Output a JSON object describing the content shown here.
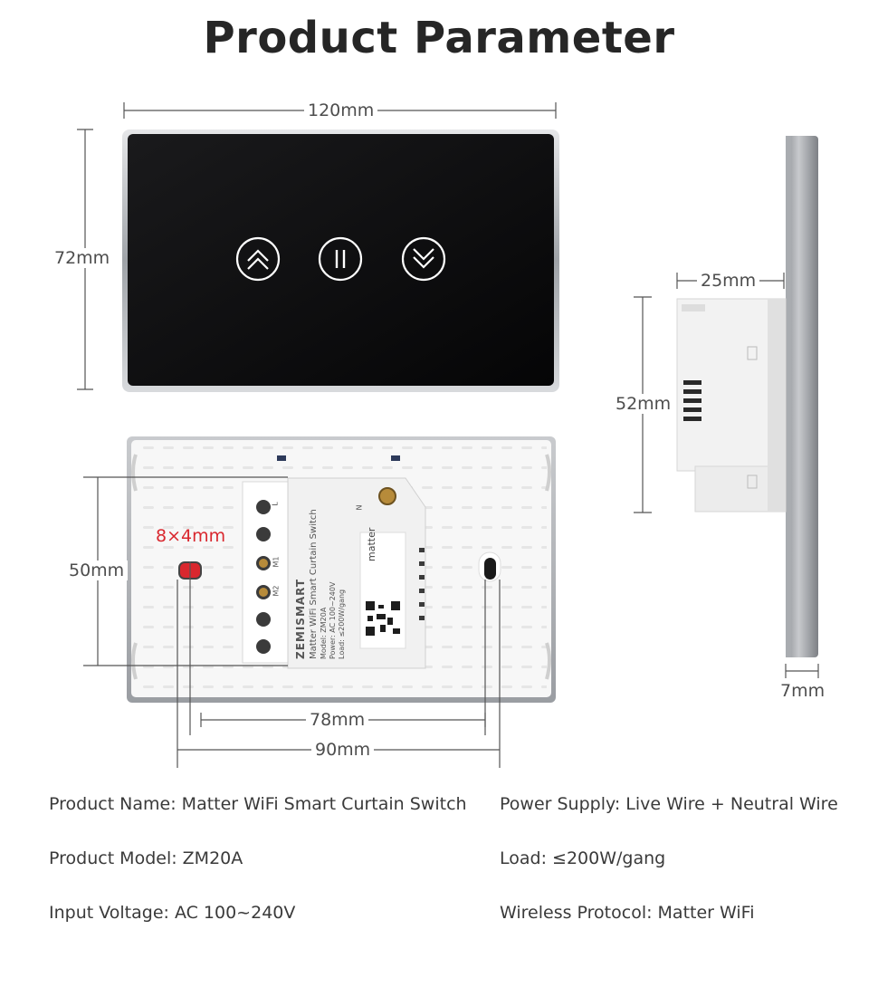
{
  "title": "Product Parameter",
  "dimensions": {
    "front_width": "120mm",
    "front_height": "72mm",
    "side_depth": "25mm",
    "side_body_height": "52mm",
    "side_plate_thickness": "7mm",
    "back_hole_size": "8×4mm",
    "back_height": "50mm",
    "back_hole_spacing_inner": "78mm",
    "back_hole_spacing_outer": "90mm"
  },
  "module_label": {
    "brand": "ZEMISMART",
    "product": "Matter WiFi Smart Curtain Switch",
    "model": "Model: ZM20A",
    "power": "Power: AC 100~240V",
    "load": "Load: ≤200W/gang",
    "sticker_brand": "matter",
    "terminals": [
      "L",
      "M1",
      "M2",
      "N"
    ]
  },
  "specs": {
    "product_name": "Product Name: Matter WiFi Smart Curtain Switch",
    "product_model": "Product Model: ZM20A",
    "input_voltage": "Input Voltage: AC 100~240V",
    "power_supply": "Power Supply: Live Wire + Neutral Wire",
    "load": "Load: ≤200W/gang",
    "wireless_protocol": "Wireless Protocol: Matter WiFi"
  },
  "icons": [
    "double-chevron-up-icon",
    "pause-icon",
    "double-chevron-down-icon"
  ],
  "colors": {
    "panel_glass": "#0b0b0c",
    "frame_silver": "#b9bcc0",
    "hole_red": "#d9272e",
    "text": "#333333"
  }
}
